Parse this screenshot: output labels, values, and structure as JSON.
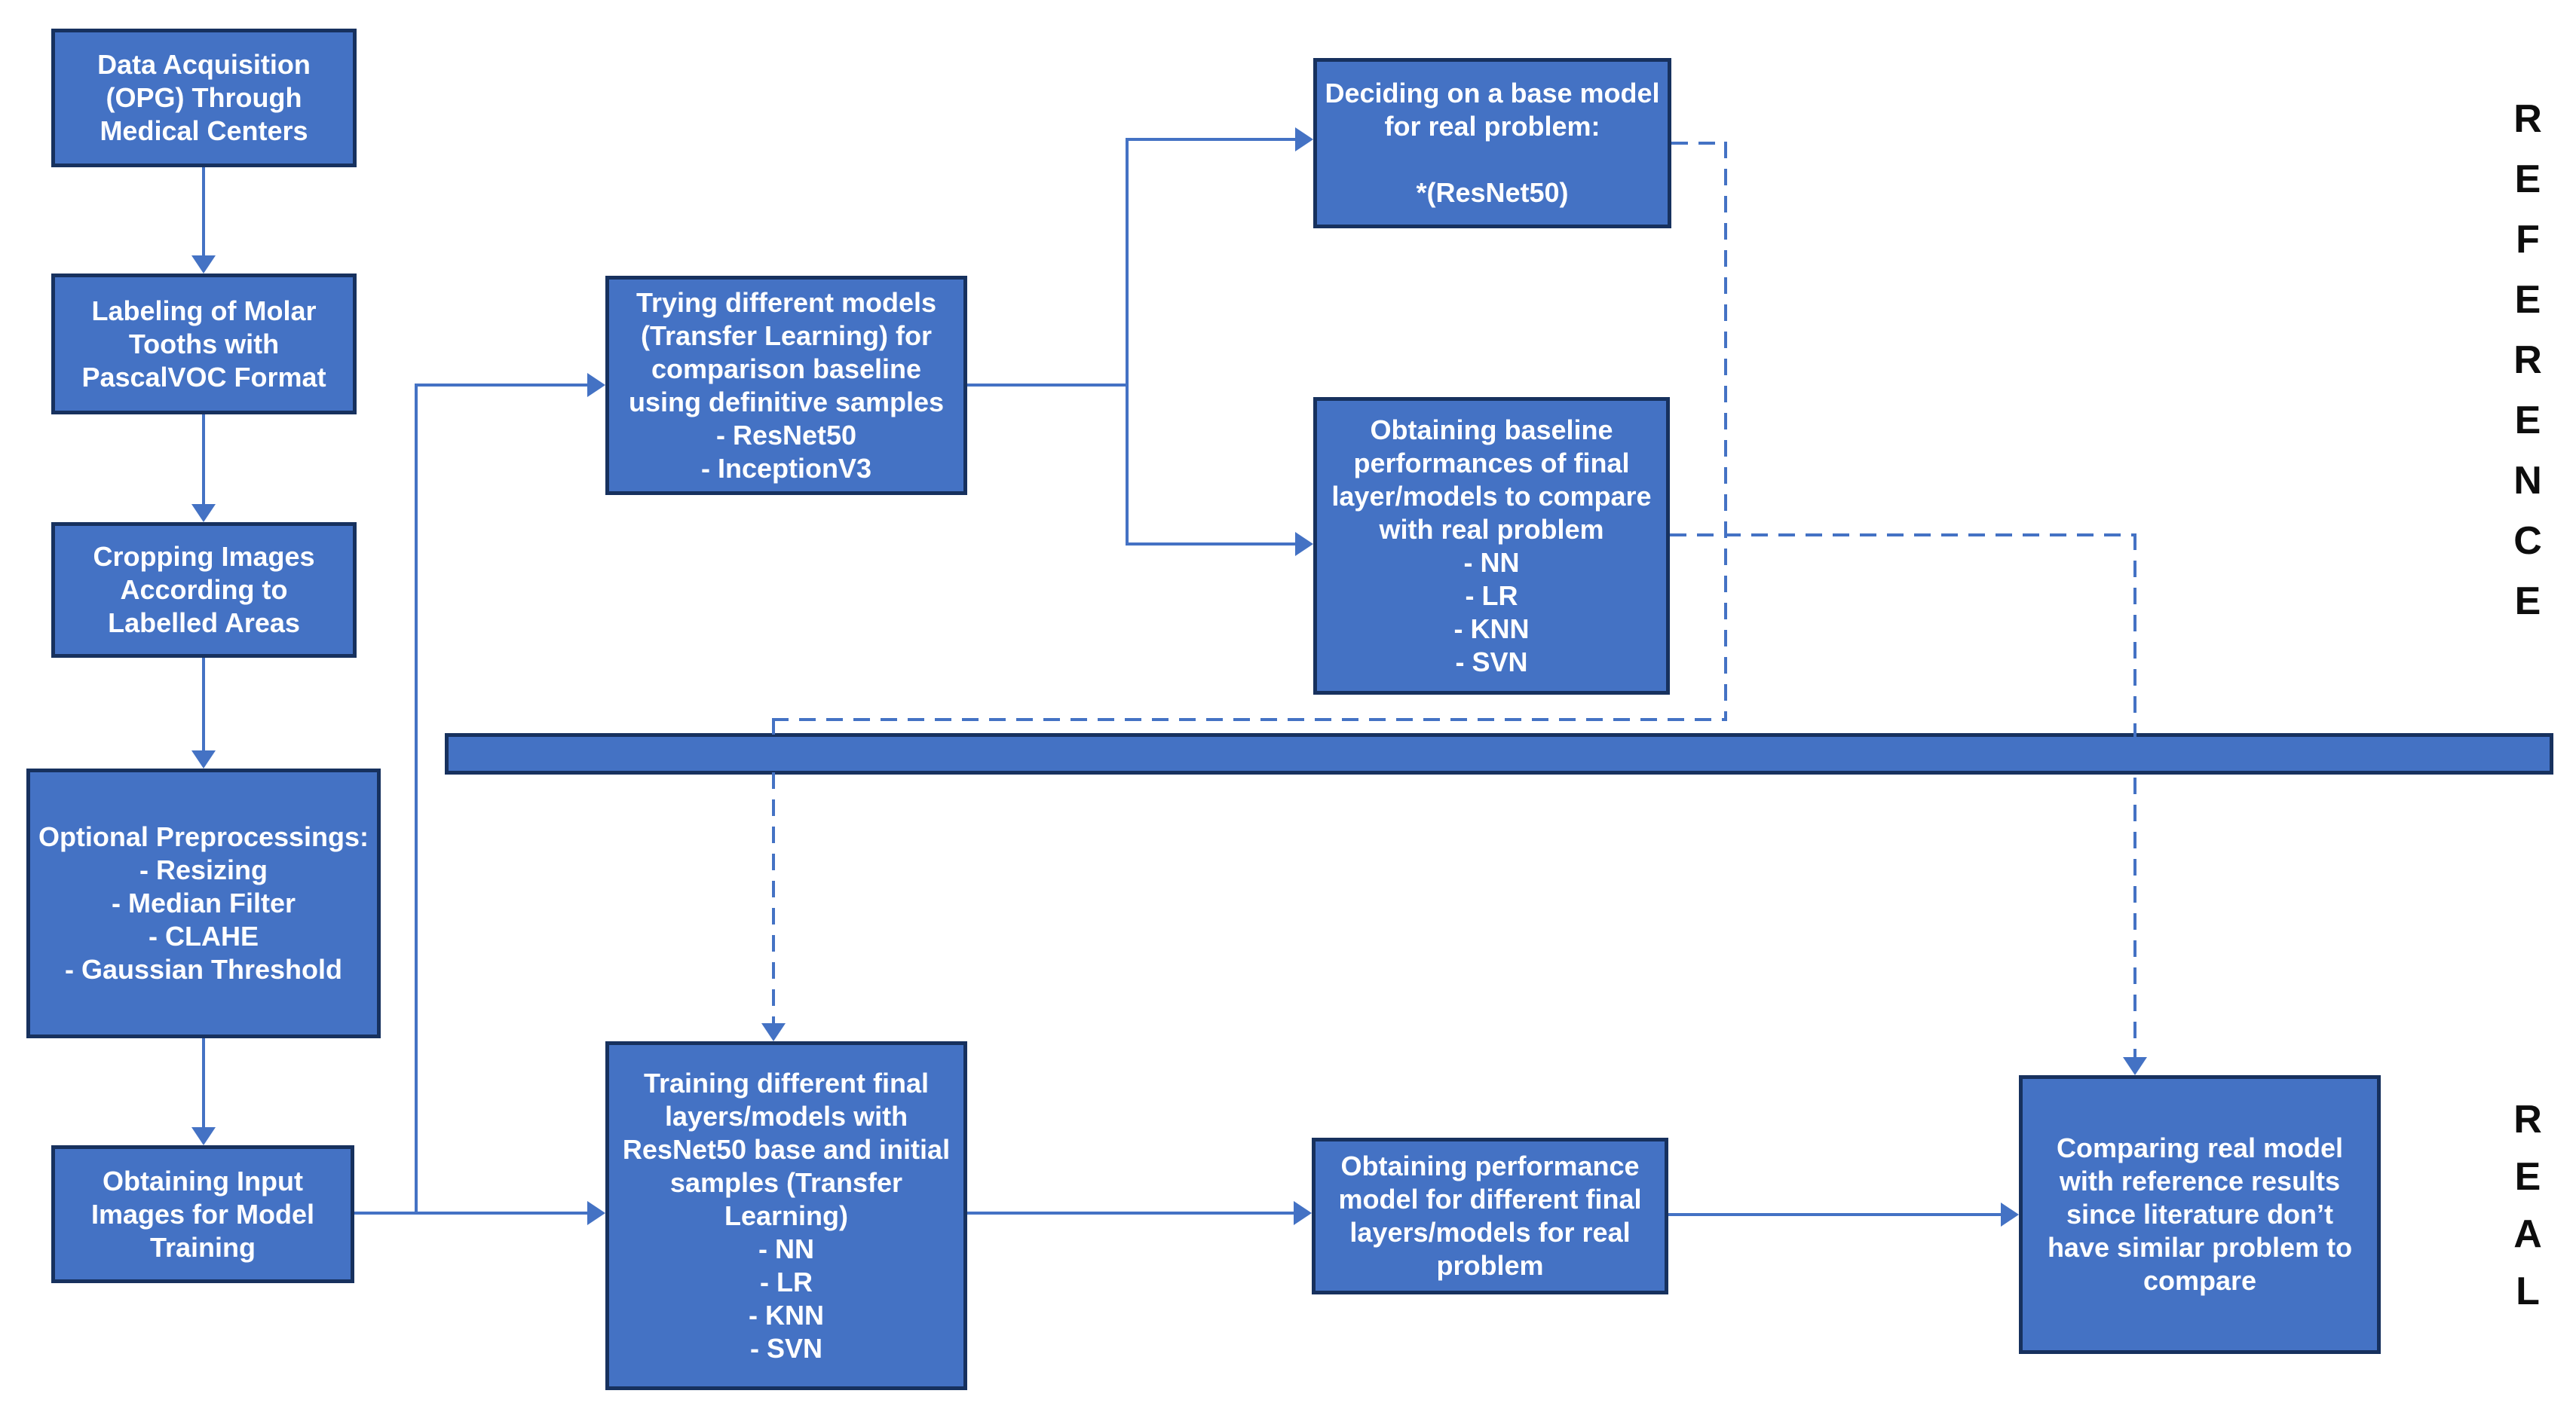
{
  "diagram_type": "flowchart",
  "colors": {
    "node_fill": "#4472C4",
    "node_border": "#17315E",
    "node_text": "#FFFFFF",
    "connector": "#4472C4",
    "side_label_text": "#0D0D0D",
    "background": "#FFFFFF"
  },
  "nodes": {
    "data_acquisition": {
      "label": "Data Acquisition\n(OPG) Through\nMedical Centers"
    },
    "labeling": {
      "label": "Labeling of Molar\nTooths with\nPascalVOC Format"
    },
    "cropping": {
      "label": "Cropping Images\nAccording to\nLabelled Areas"
    },
    "preprocessing": {
      "label": "Optional Preprocessings:\n- Resizing\n- Median Filter\n- CLAHE\n- Gaussian Threshold"
    },
    "obtaining_input": {
      "label": "Obtaining Input\nImages for Model\nTraining"
    },
    "trying_models": {
      "label": "Trying different models\n(Transfer Learning) for\ncomparison baseline\nusing definitive samples\n- ResNet50\n- InceptionV3"
    },
    "deciding_base": {
      "label": "Deciding on a base model\nfor real problem:\n\n*(ResNet50)"
    },
    "baseline_perf": {
      "label": "Obtaining baseline\nperformances of final\nlayer/models to compare\nwith real problem\n- NN\n- LR\n- KNN\n- SVN"
    },
    "training_final": {
      "label": "Training different final\nlayers/models with\nResNet50 base and initial\nsamples (Transfer\nLearning)\n- NN\n- LR\n- KNN\n- SVN"
    },
    "obtaining_perf": {
      "label": "Obtaining performance\nmodel for different final\nlayers/models for real\nproblem"
    },
    "comparing_real": {
      "label": "Comparing real model\nwith reference results\nsince literature don’t\nhave similar problem to\ncompare"
    }
  },
  "side_labels": {
    "reference": {
      "text": "REFERENCE",
      "stacked": "R\nE\nF\nE\nR\nE\nN\nC\nE"
    },
    "real": {
      "text": "REAL",
      "stacked": "R\nE\nA\nL"
    }
  }
}
